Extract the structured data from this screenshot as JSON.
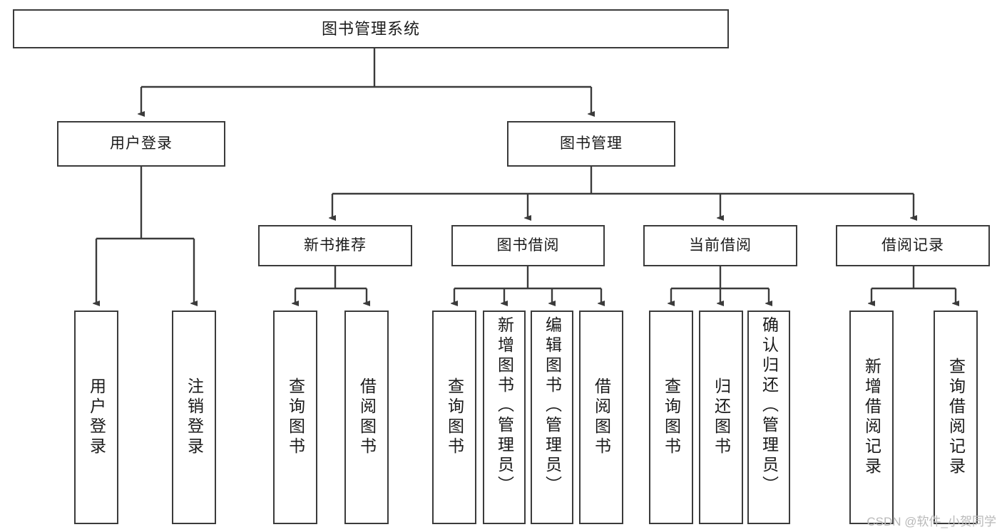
{
  "diagram": {
    "title": "图书管理系统",
    "type": "tree",
    "watermark": "CSDN @软件_小贺同学",
    "colors": {
      "box_border": "#3b3b3b",
      "box_fill": "#ffffff",
      "connector": "#3b3b3b",
      "text": "#1a1a1a",
      "watermark": "#b9b9b9"
    },
    "nodes": {
      "root": {
        "label": "图书管理系统"
      },
      "level2": [
        {
          "id": "user-login",
          "label": "用户登录"
        },
        {
          "id": "book-manage",
          "label": "图书管理"
        }
      ],
      "level3": [
        {
          "id": "new-book-recommend",
          "label": "新书推荐"
        },
        {
          "id": "book-borrow",
          "label": "图书借阅"
        },
        {
          "id": "current-borrow",
          "label": "当前借阅"
        },
        {
          "id": "borrow-record",
          "label": "借阅记录"
        }
      ],
      "leaves": {
        "user_login": [
          {
            "id": "leaf-user-login",
            "label": "用户登录"
          },
          {
            "id": "leaf-user-logout",
            "label": "注销登录"
          }
        ],
        "new_book_recommend": [
          {
            "id": "leaf-query-book-1",
            "label": "查询图书"
          },
          {
            "id": "leaf-borrow-book-1",
            "label": "借阅图书"
          }
        ],
        "book_borrow": [
          {
            "id": "leaf-query-book-2",
            "label": "查询图书"
          },
          {
            "id": "leaf-add-book",
            "label": "新增图书（管理员）"
          },
          {
            "id": "leaf-edit-book",
            "label": "编辑图书（管理员）"
          },
          {
            "id": "leaf-borrow-book-2",
            "label": "借阅图书"
          }
        ],
        "current_borrow": [
          {
            "id": "leaf-query-book-3",
            "label": "查询图书"
          },
          {
            "id": "leaf-return-book",
            "label": "归还图书"
          },
          {
            "id": "leaf-confirm-return",
            "label": "确认归还（管理员）"
          }
        ],
        "borrow_record": [
          {
            "id": "leaf-add-record",
            "label": "新增借阅记录"
          },
          {
            "id": "leaf-query-record",
            "label": "查询借阅记录"
          }
        ]
      }
    }
  }
}
